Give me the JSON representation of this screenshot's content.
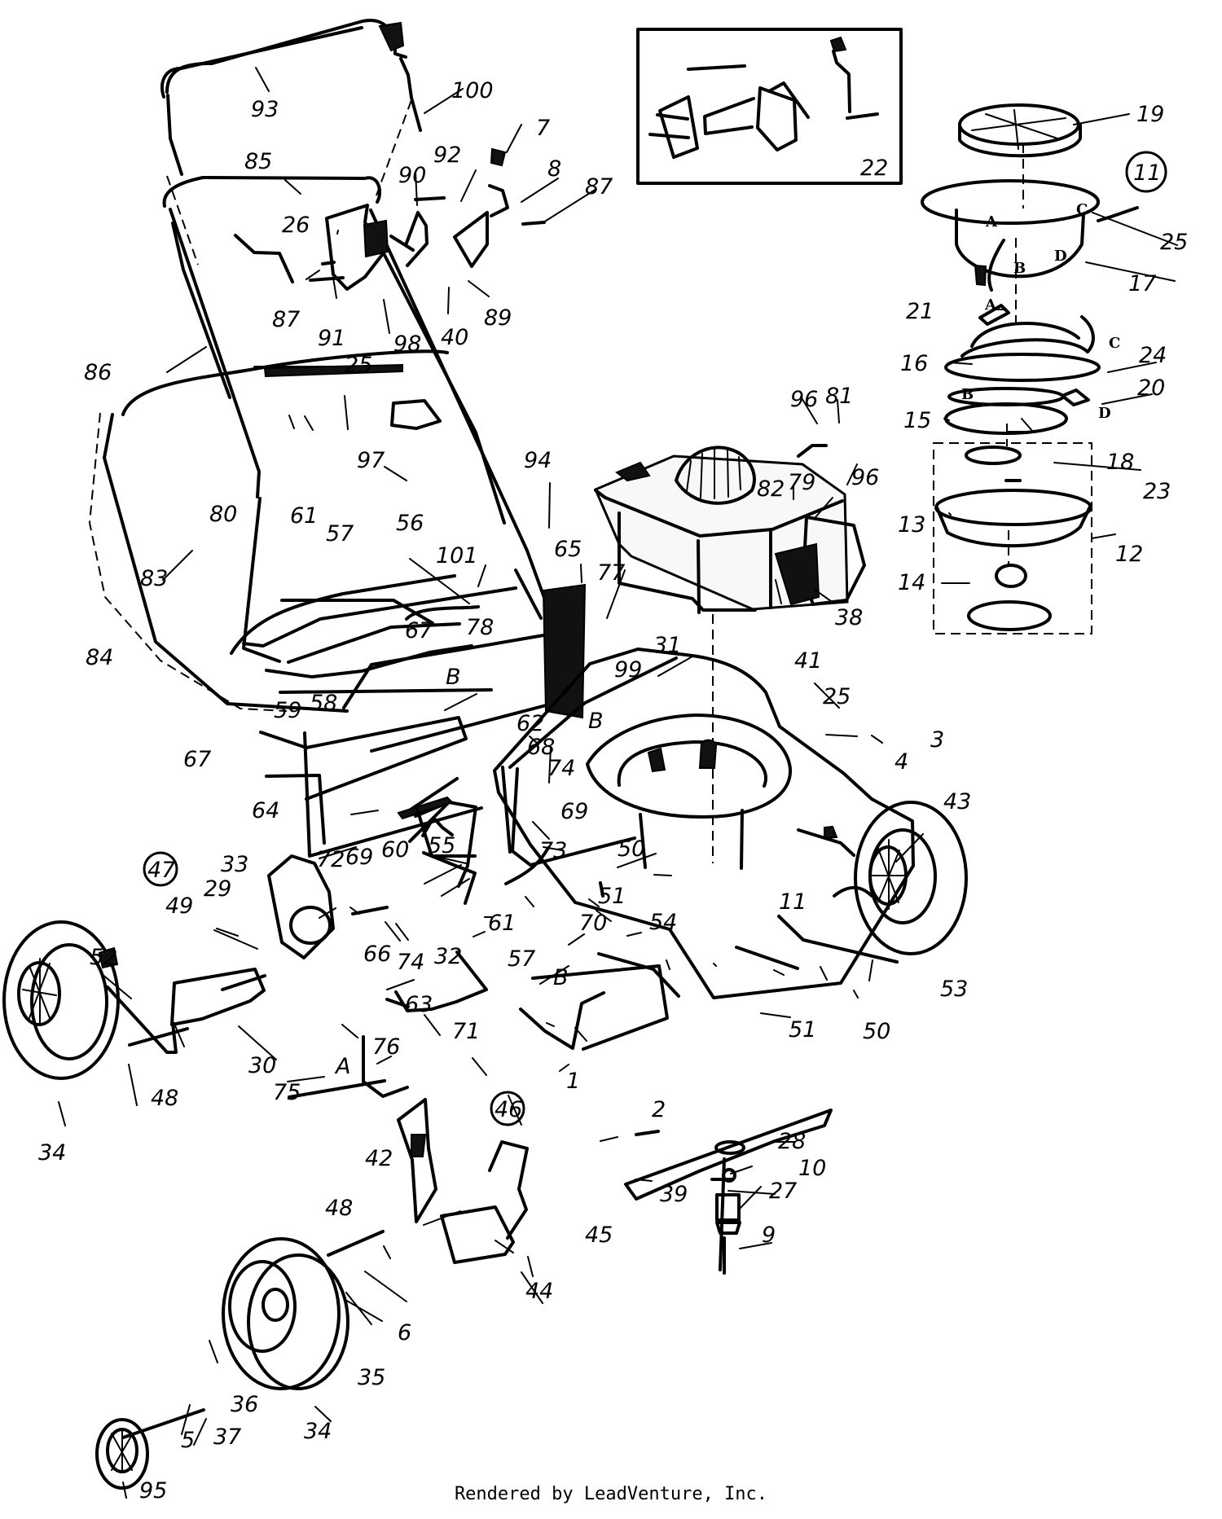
{
  "diagram": {
    "callouts": [
      "93",
      "100",
      "7",
      "8",
      "85",
      "87",
      "26",
      "90",
      "92",
      "87",
      "91",
      "25",
      "98",
      "40",
      "89",
      "22",
      "19",
      "11",
      "25",
      "17",
      "21",
      "16",
      "24",
      "20",
      "15",
      "18",
      "23",
      "13",
      "12",
      "14",
      "86",
      "97",
      "80",
      "61",
      "57",
      "56",
      "94",
      "83",
      "101",
      "65",
      "77",
      "67",
      "78",
      "84",
      "59",
      "58",
      "B",
      "96",
      "81",
      "82",
      "79",
      "96",
      "38",
      "41",
      "31",
      "99",
      "25",
      "3",
      "4",
      "62",
      "68",
      "B",
      "74",
      "69",
      "67",
      "64",
      "72",
      "69",
      "33",
      "60",
      "55",
      "73",
      "50",
      "51",
      "11",
      "43",
      "47",
      "29",
      "49",
      "66",
      "74",
      "61",
      "57",
      "32",
      "54",
      "70",
      "52",
      "48",
      "30",
      "34",
      "63",
      "71",
      "B",
      "1",
      "2",
      "76",
      "A",
      "75",
      "46",
      "28",
      "10",
      "27",
      "42",
      "48",
      "45",
      "39",
      "9",
      "44",
      "6",
      "35",
      "36",
      "37",
      "5",
      "95",
      "34",
      "53",
      "51",
      "50"
    ],
    "letters": [
      "A",
      "B",
      "C",
      "D",
      "A",
      "C",
      "B",
      "D"
    ]
  },
  "footer": {
    "text": "Rendered by LeadVenture, Inc."
  }
}
